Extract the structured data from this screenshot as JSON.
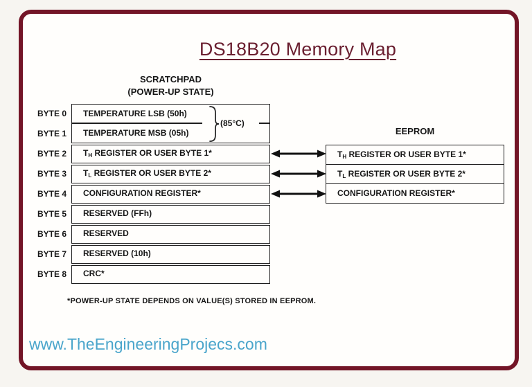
{
  "title": "DS18B20 Memory Map",
  "scratchpad": {
    "header_line1": "SCRATCHPAD",
    "header_line2": "(POWER-UP STATE)",
    "temp_annotation": "(85°C)",
    "rows": [
      {
        "byte": "BYTE 0",
        "t1": "TEMPERATURE LSB (50h)",
        "sub": "",
        "t2": ""
      },
      {
        "byte": "BYTE 1",
        "t1": "TEMPERATURE MSB (05h)",
        "sub": "",
        "t2": ""
      },
      {
        "byte": "BYTE 2",
        "t1": "T",
        "sub": "H",
        "t2": " REGISTER OR USER BYTE 1*"
      },
      {
        "byte": "BYTE 3",
        "t1": "T",
        "sub": "L",
        "t2": " REGISTER OR USER BYTE 2*"
      },
      {
        "byte": "BYTE 4",
        "t1": "CONFIGURATION REGISTER*",
        "sub": "",
        "t2": ""
      },
      {
        "byte": "BYTE 5",
        "t1": "RESERVED (FFh)",
        "sub": "",
        "t2": ""
      },
      {
        "byte": "BYTE 6",
        "t1": "RESERVED",
        "sub": "",
        "t2": ""
      },
      {
        "byte": "BYTE 7",
        "t1": "RESERVED (10h)",
        "sub": "",
        "t2": ""
      },
      {
        "byte": "BYTE 8",
        "t1": "CRC*",
        "sub": "",
        "t2": ""
      }
    ]
  },
  "eeprom": {
    "header": "EEPROM",
    "rows": [
      {
        "t1": "T",
        "sub": "H",
        "t2": " REGISTER OR USER BYTE 1*"
      },
      {
        "t1": "T",
        "sub": "L",
        "t2": " REGISTER OR USER BYTE 2*"
      },
      {
        "t1": "CONFIGURATION REGISTER*",
        "sub": "",
        "t2": ""
      }
    ]
  },
  "footnote": "*POWER-UP STATE DEPENDS ON VALUE(S) STORED IN EEPROM.",
  "watermark": "www.TheEngineeringProjecs.com",
  "colors": {
    "frame_maroon": "#731527",
    "title_maroon": "#6a1f30",
    "watermark_blue": "#4aa5cb",
    "line_black": "#1d1d1d"
  }
}
